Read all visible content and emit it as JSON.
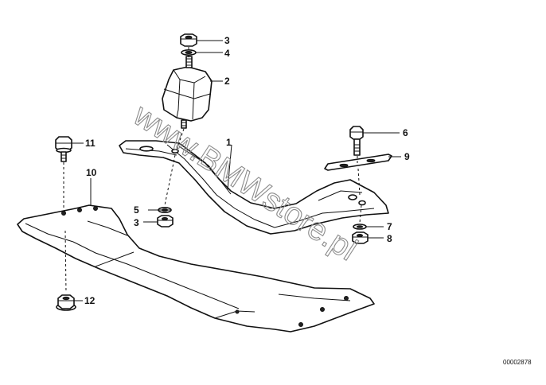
{
  "diagram": {
    "callouts": {
      "c1": "1",
      "c2": "2",
      "c3a": "3",
      "c3b": "3",
      "c4": "4",
      "c5": "5",
      "c6": "6",
      "c7": "7",
      "c8": "8",
      "c9": "9",
      "c10": "10",
      "c11": "11",
      "c12": "12"
    },
    "watermark": "www.BMWstore.pl",
    "reference_number": "00002878"
  }
}
